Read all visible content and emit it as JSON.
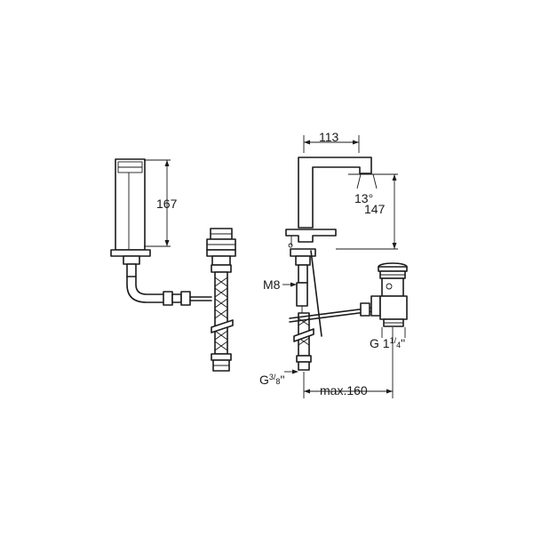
{
  "dimensions": {
    "height_left": "167",
    "spout_reach": "113",
    "spout_angle": "13°",
    "height_right": "147",
    "thread_m8": "M8",
    "drain_thread_prefix": "G 1",
    "drain_thread_num": "1",
    "drain_thread_den": "4",
    "drain_thread_suffix": "\"",
    "hose_thread_prefix": "G",
    "hose_thread_num": "3",
    "hose_thread_den": "8",
    "hose_thread_suffix": "\"",
    "max_distance": "max.160"
  }
}
